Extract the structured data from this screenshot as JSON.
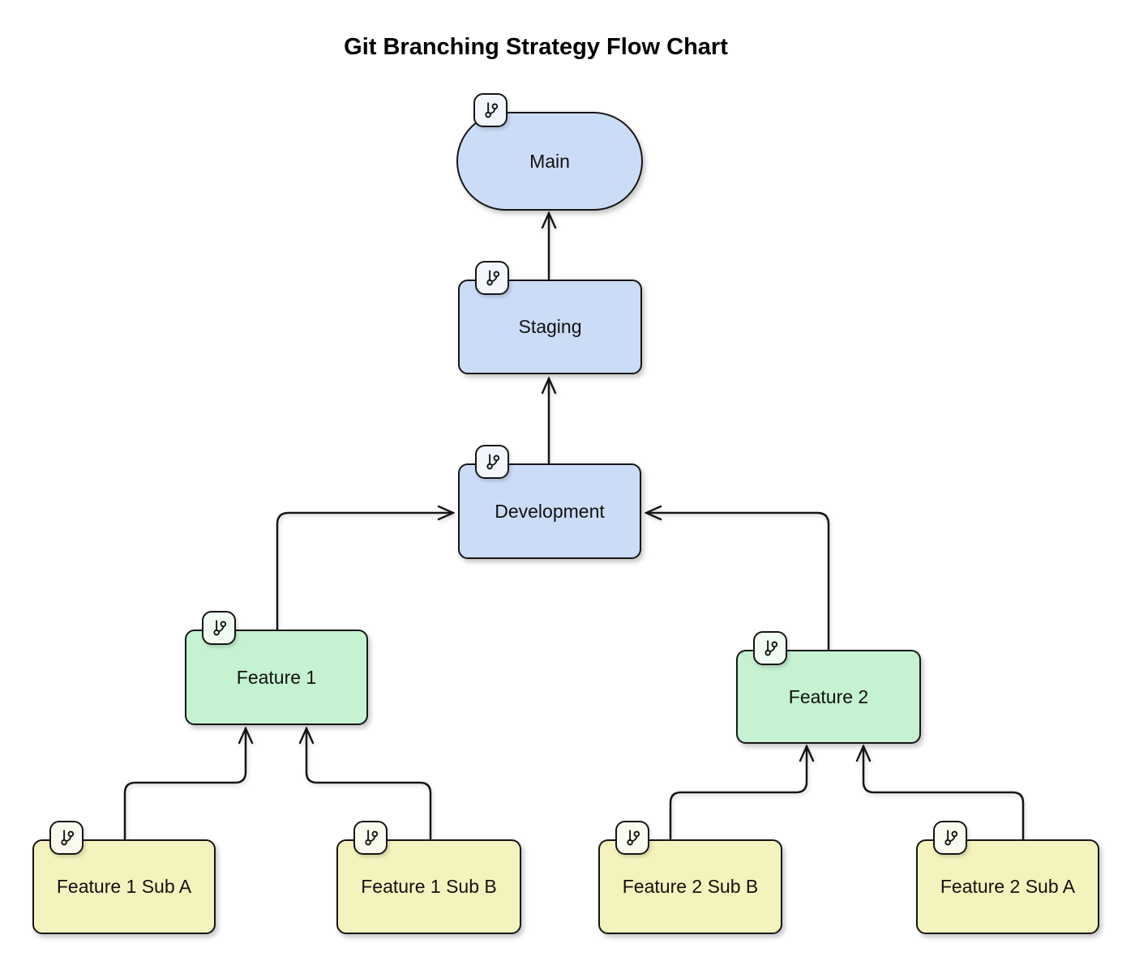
{
  "title": "Git Branching Strategy Flow Chart",
  "nodes": {
    "main": {
      "label": "Main",
      "type": "release"
    },
    "staging": {
      "label": "Staging",
      "type": "release"
    },
    "development": {
      "label": "Development",
      "type": "release"
    },
    "feature1": {
      "label": "Feature 1",
      "type": "feature"
    },
    "feature2": {
      "label": "Feature 2",
      "type": "feature"
    },
    "f1subA": {
      "label": "Feature 1 Sub A",
      "type": "sub"
    },
    "f1subB": {
      "label": "Feature 1 Sub B",
      "type": "sub"
    },
    "f2subB": {
      "label": "Feature 2 Sub B",
      "type": "sub"
    },
    "f2subA": {
      "label": "Feature 2 Sub A",
      "type": "sub"
    }
  },
  "edges": [
    {
      "from": "Staging",
      "to": "Main"
    },
    {
      "from": "Development",
      "to": "Staging"
    },
    {
      "from": "Feature 1",
      "to": "Development"
    },
    {
      "from": "Feature 2",
      "to": "Development"
    },
    {
      "from": "Feature 1 Sub A",
      "to": "Feature 1"
    },
    {
      "from": "Feature 1 Sub B",
      "to": "Feature 1"
    },
    {
      "from": "Feature 2 Sub B",
      "to": "Feature 2"
    },
    {
      "from": "Feature 2 Sub A",
      "to": "Feature 2"
    }
  ],
  "icons": {
    "node_badge": "git-branch-icon"
  },
  "colors": {
    "release_fill": "#cbdcf7",
    "feature_fill": "#c5f2d1",
    "sub_fill": "#f5f3bd",
    "border": "#161616",
    "background": "#ffffff"
  }
}
